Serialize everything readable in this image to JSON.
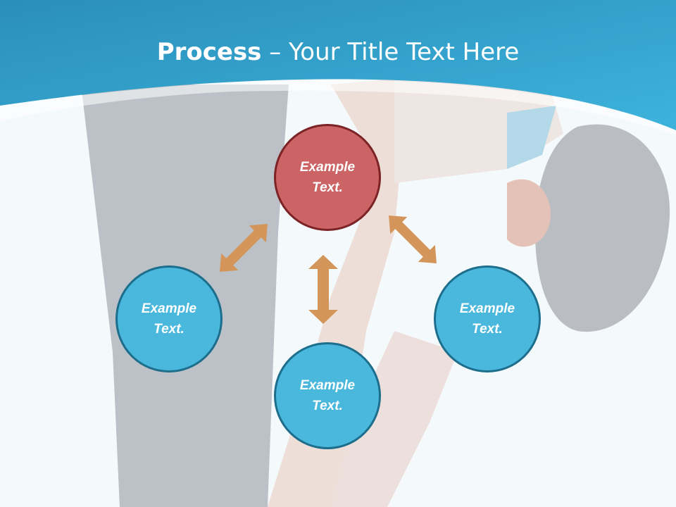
{
  "slide": {
    "title_bold": "Process",
    "title_rest": " – Your Title Text Here",
    "header_color": "#3aafd8",
    "arrow_color": "#d4955a"
  },
  "diagram": {
    "center_node": {
      "label": "Example\nText.",
      "color": "#cc6465"
    },
    "left_node": {
      "label": "Example\nText.",
      "color": "#4ab8dc"
    },
    "bottom_node": {
      "label": "Example\nText.",
      "color": "#4ab8dc"
    },
    "right_node": {
      "label": "Example\nText.",
      "color": "#4ab8dc"
    }
  }
}
